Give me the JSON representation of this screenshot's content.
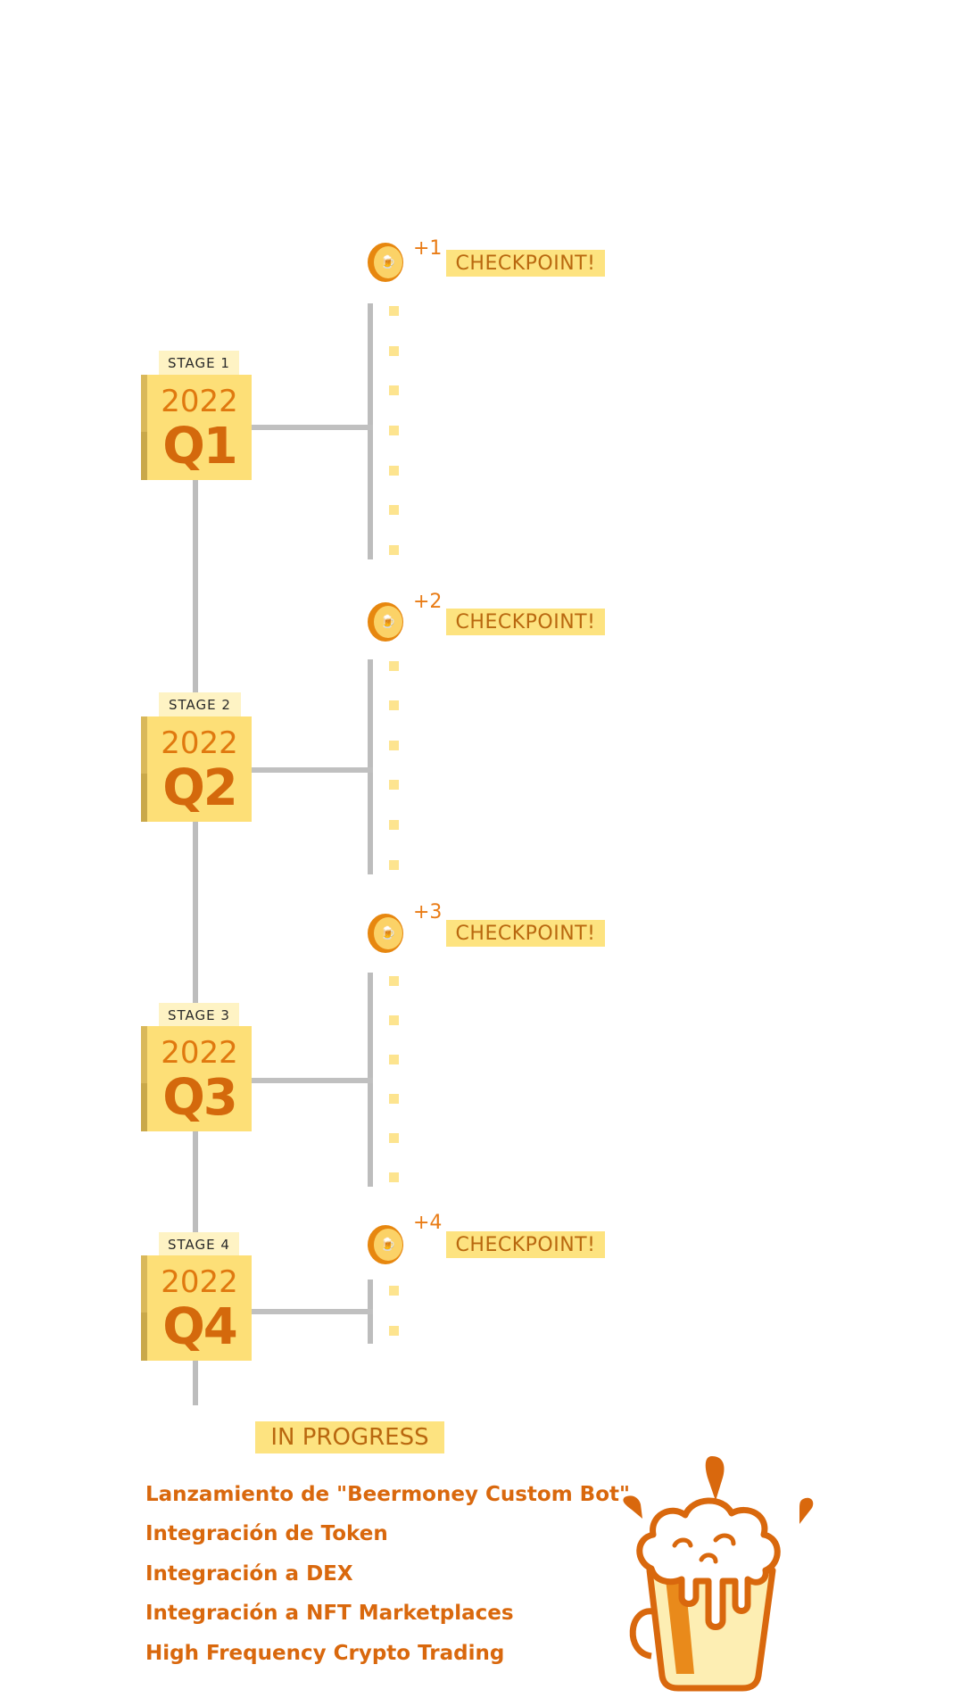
{
  "stages": [
    {
      "stage_label": "STAGE 1",
      "year": "2022",
      "quarter": "Q1",
      "checkpoint_bonus": "+1",
      "checkpoint_label": "CHECKPOINT!"
    },
    {
      "stage_label": "STAGE 2",
      "year": "2022",
      "quarter": "Q2",
      "checkpoint_bonus": "+2",
      "checkpoint_label": "CHECKPOINT!"
    },
    {
      "stage_label": "STAGE 3",
      "year": "2022",
      "quarter": "Q3",
      "checkpoint_bonus": "+3",
      "checkpoint_label": "CHECKPOINT!"
    },
    {
      "stage_label": "STAGE 4",
      "year": "2022",
      "quarter": "Q4",
      "checkpoint_bonus": "+4",
      "checkpoint_label": "CHECKPOINT!"
    }
  ],
  "in_progress": {
    "label": "IN PROGRESS",
    "items": [
      "Lanzamiento de \"Beermoney Custom Bot\"",
      "Integración de Token",
      "Integración a DEX",
      "Integración a NFT Marketplaces",
      "High Frequency Crypto Trading"
    ]
  },
  "icons": {
    "coin": "beer-coin-icon",
    "mug": "beer-mug-icon"
  },
  "colors": {
    "accent_orange": "#d9680d",
    "highlight_yellow": "#fde380",
    "line_gray": "#bdbdbd"
  }
}
